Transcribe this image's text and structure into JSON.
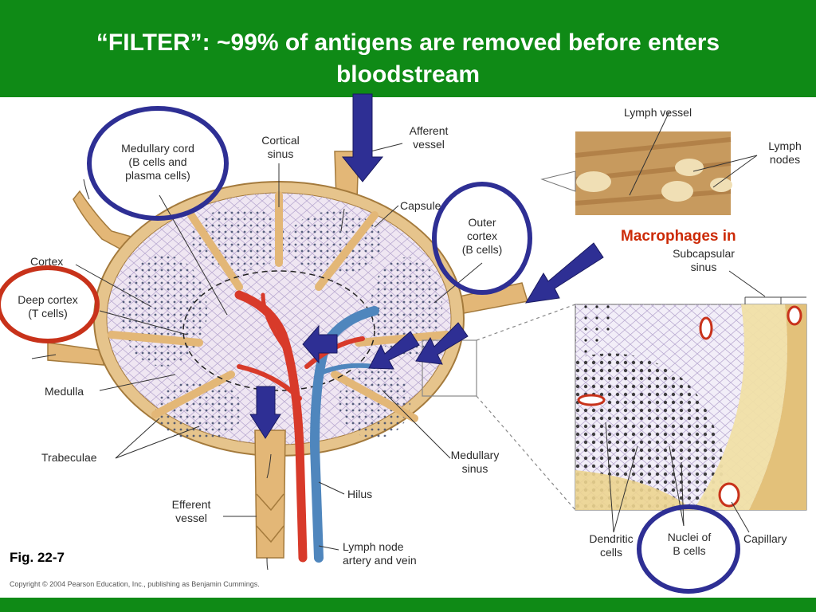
{
  "header": {
    "title_line1": "“FILTER”:  ~99% of antigens are removed before enters",
    "title_line2": "bloodstream"
  },
  "labels": {
    "medullary_cord": [
      "Medullary cord",
      "(B cells and",
      "plasma cells)"
    ],
    "cortical_sinus": [
      "Cortical",
      "sinus"
    ],
    "afferent_vessel": [
      "Afferent",
      "vessel"
    ],
    "capsule": "Capsule",
    "outer_cortex": [
      "Outer",
      "cortex",
      "(B cells)"
    ],
    "cortex": "Cortex",
    "deep_cortex": [
      "Deep cortex",
      "(T cells)"
    ],
    "medulla": "Medulla",
    "trabeculae": "Trabeculae",
    "efferent_vessel": [
      "Efferent",
      "vessel"
    ],
    "hilus": "Hilus",
    "artery_vein": [
      "Lymph node",
      "artery and vein"
    ],
    "medullary_sinus": [
      "Medullary",
      "sinus"
    ],
    "lymph_vessel": "Lymph vessel",
    "lymph_nodes": [
      "Lymph",
      "nodes"
    ],
    "subcapsular_sinus": [
      "Subcapsular",
      "sinus"
    ],
    "dendritic_cells": [
      "Dendritic",
      "cells"
    ],
    "nuclei_b_cells": [
      "Nuclei of",
      "B cells"
    ],
    "capillary": "Capillary",
    "macrophages": "Macrophages in",
    "figure": "Fig. 22-7",
    "copyright": "Copyright © 2004 Pearson Education, Inc., publishing as Benjamin Cummings."
  },
  "colors": {
    "header_green": "#0f8a16",
    "highlight_blue": "#2e2f94",
    "highlight_red": "#c8321a",
    "capsule_tan": "#e6c48c",
    "artery_red": "#d83a2a",
    "vein_blue": "#4f86bd",
    "macrophage_text": "#cc2a06"
  }
}
